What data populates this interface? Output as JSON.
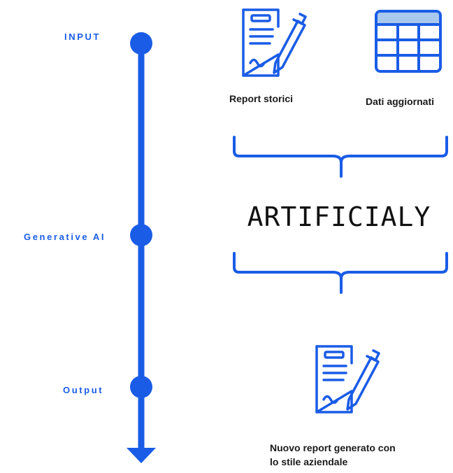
{
  "timeline": {
    "stages": [
      {
        "label": "INPUT"
      },
      {
        "label": "Generative AI"
      },
      {
        "label": "Output"
      }
    ]
  },
  "inputs": [
    {
      "label": "Report storici",
      "icon": "document-with-pen-icon"
    },
    {
      "label": "Dati aggiornati",
      "icon": "table-grid-icon"
    }
  ],
  "brand": {
    "name": "ARTIFICIALY"
  },
  "output": {
    "icon": "document-with-pen-icon",
    "label_line1": "Nuovo report generato con",
    "label_line2": "lo stile aziendale"
  },
  "colors": {
    "accent": "#1a5ce6",
    "text": "#1a1a1a"
  }
}
